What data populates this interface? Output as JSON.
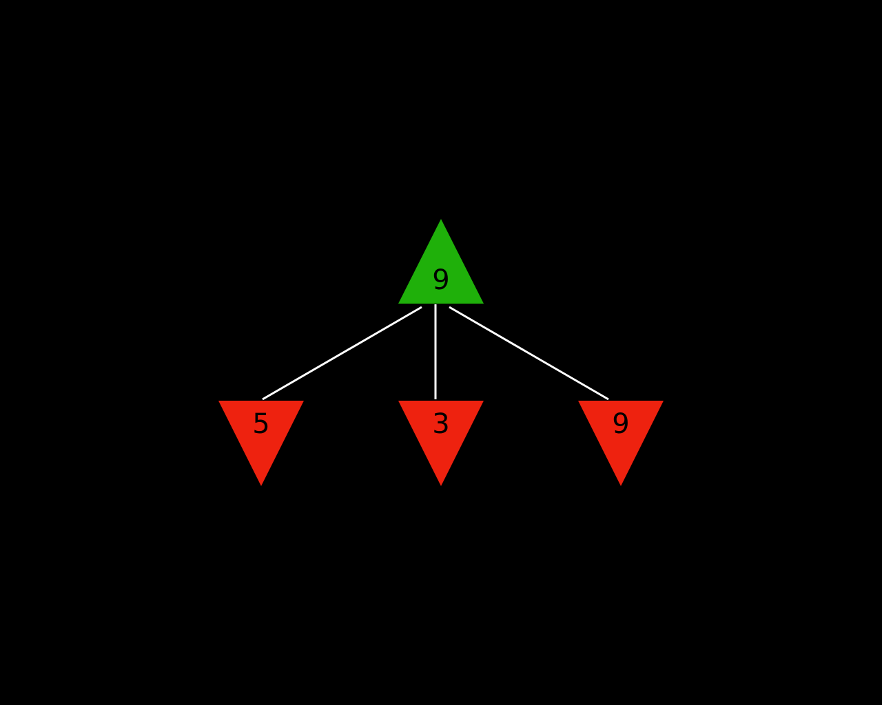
{
  "tree": {
    "root": {
      "value": "9",
      "kind": "max",
      "color": "#1fb00a"
    },
    "children": [
      {
        "value": "5",
        "kind": "min",
        "color": "#ee220f"
      },
      {
        "value": "3",
        "kind": "min",
        "color": "#ee220f"
      },
      {
        "value": "9",
        "kind": "min",
        "color": "#ee220f"
      }
    ],
    "edge_color": "#ffffff"
  }
}
